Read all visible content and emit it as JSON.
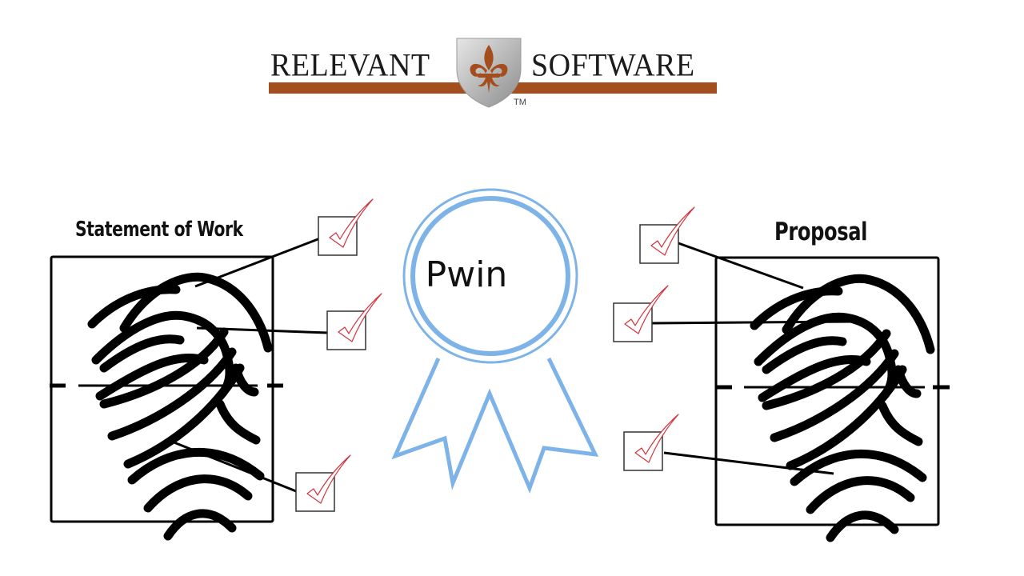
{
  "logo": {
    "left_word": "RELEVANT",
    "right_word": "SOFTWARE",
    "trademark": "TM",
    "brand_color": "#a34e1c"
  },
  "diagram": {
    "left_document": {
      "title": "Statement of Work",
      "icon": "fingerprint-icon",
      "checks": [
        {
          "icon": "checkmark-icon",
          "checked": true
        },
        {
          "icon": "checkmark-icon",
          "checked": true
        },
        {
          "icon": "checkmark-icon",
          "checked": true
        }
      ]
    },
    "center_award": {
      "label": "Pwin",
      "icon": "award-ribbon-icon",
      "color": "#7eb3e8"
    },
    "right_document": {
      "title": "Proposal",
      "icon": "fingerprint-icon",
      "checks": [
        {
          "icon": "checkmark-icon",
          "checked": true
        },
        {
          "icon": "checkmark-icon",
          "checked": true
        },
        {
          "icon": "checkmark-icon",
          "checked": true
        }
      ]
    },
    "check_color": "#d2343f"
  }
}
